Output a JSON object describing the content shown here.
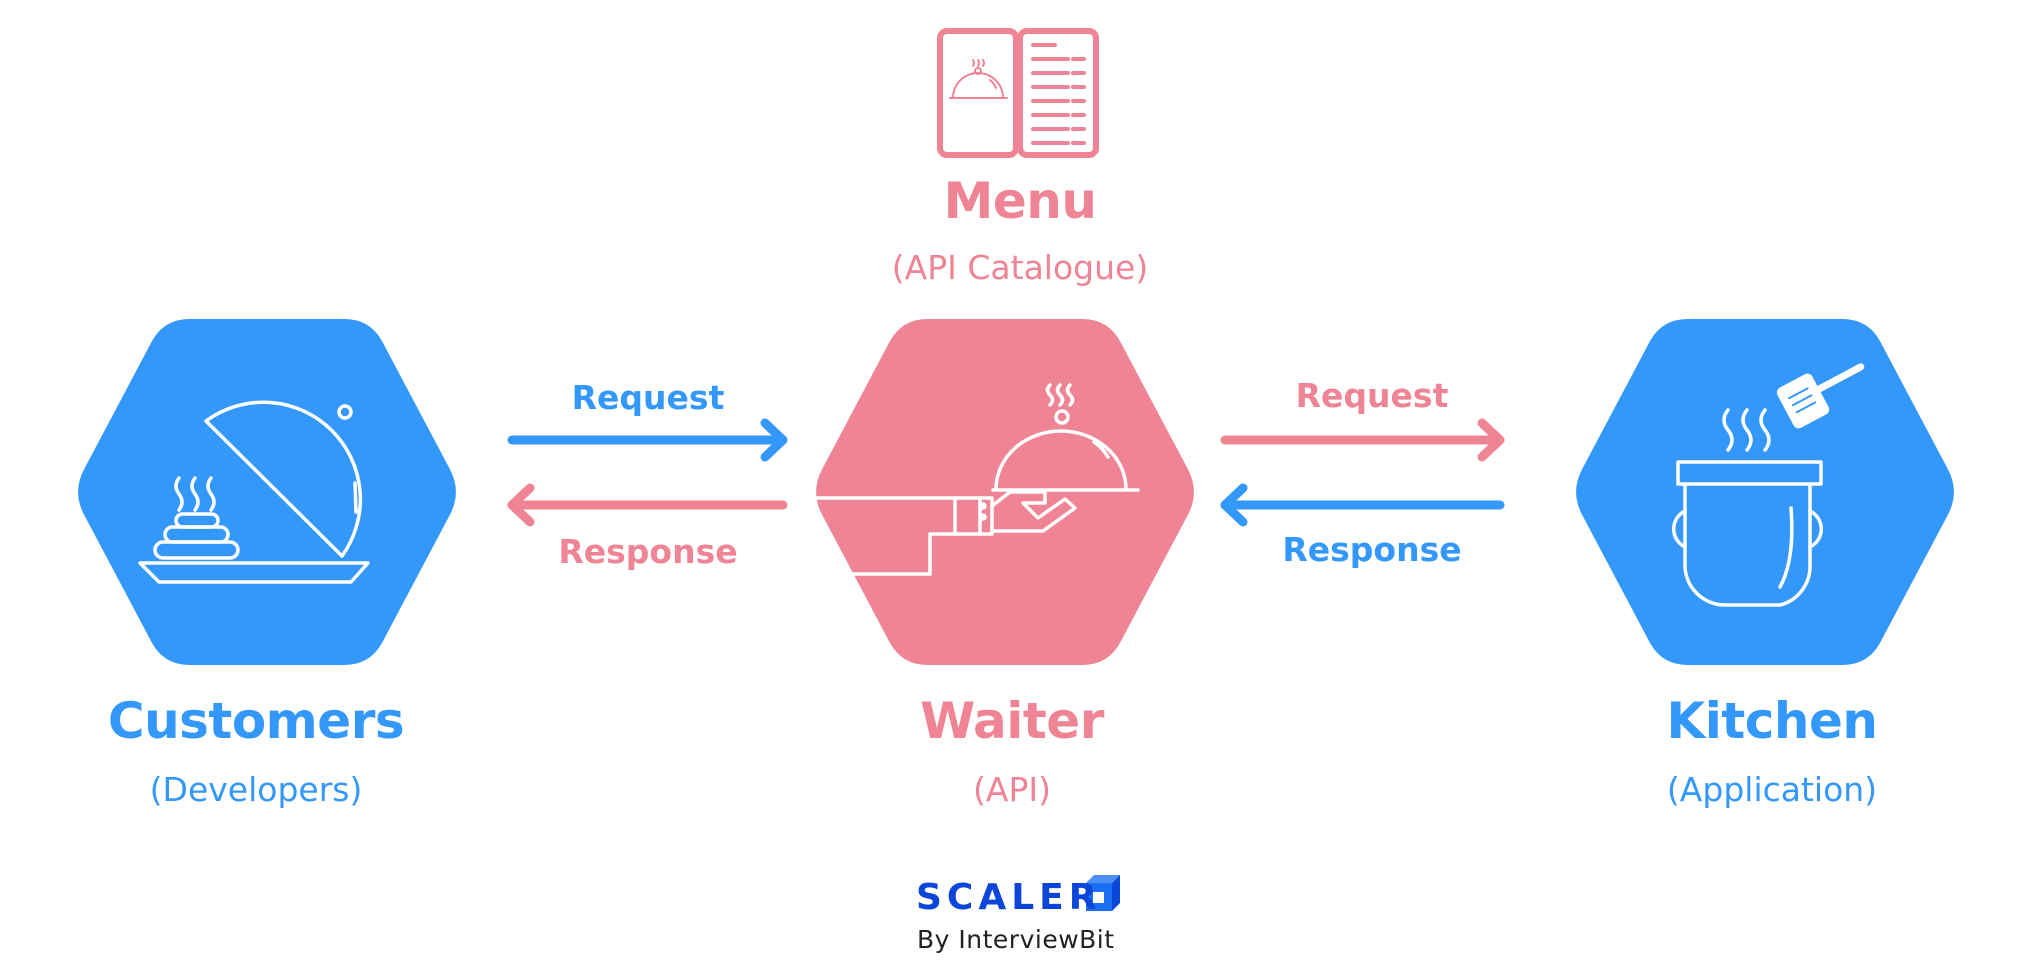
{
  "colors": {
    "client_blue": "#3398fa",
    "api_pink": "#ee8494",
    "icon_stroke": "#ffffff",
    "brand_blue": "#0b46d8",
    "byline_text": "#222222"
  },
  "menu": {
    "icon": "menu-book-icon",
    "title": "Menu",
    "subtitle": "(API Catalogue)"
  },
  "nodes": [
    {
      "id": "customers",
      "title": "Customers",
      "subtitle": "(Developers)",
      "icon": "served-dish-icon",
      "color": "blue"
    },
    {
      "id": "waiter",
      "title": "Waiter",
      "subtitle": "(API)",
      "icon": "waiter-hand-cloche-icon",
      "color": "pink"
    },
    {
      "id": "kitchen",
      "title": "Kitchen",
      "subtitle": "(Application)",
      "icon": "cooking-pot-icon",
      "color": "blue"
    }
  ],
  "arrows": {
    "left": {
      "request": {
        "label": "Request",
        "direction": "right",
        "color": "blue"
      },
      "response": {
        "label": "Response",
        "direction": "left",
        "color": "pink"
      }
    },
    "right": {
      "request": {
        "label": "Request",
        "direction": "right",
        "color": "pink"
      },
      "response": {
        "label": "Response",
        "direction": "left",
        "color": "blue"
      }
    }
  },
  "branding": {
    "name": "SCALER",
    "byline": "By InterviewBit",
    "icon": "scaler-cube-logo-icon"
  }
}
